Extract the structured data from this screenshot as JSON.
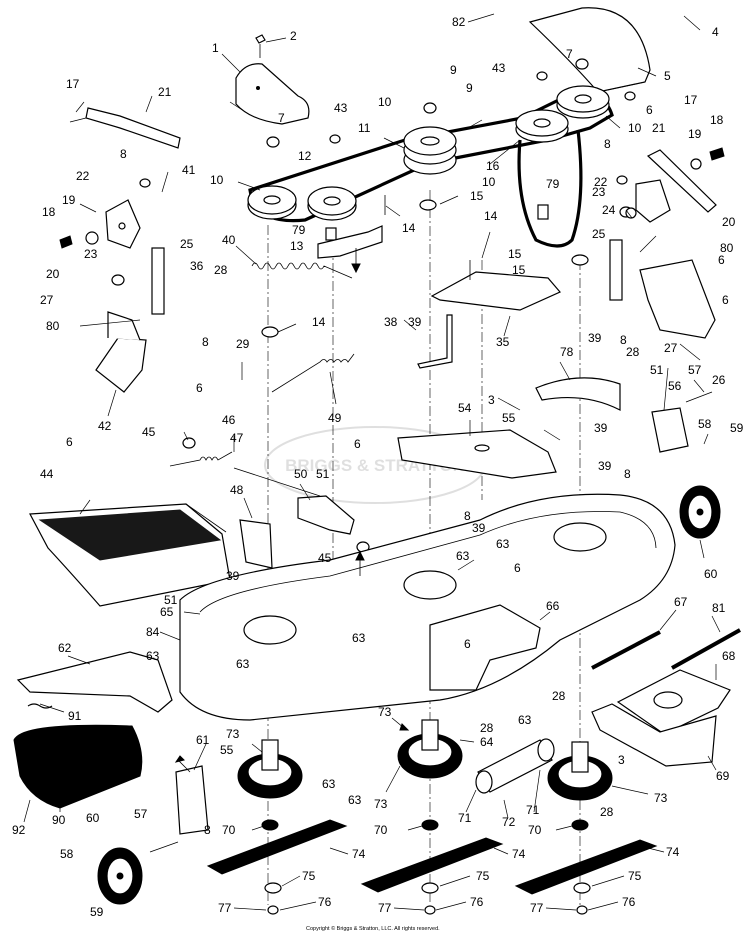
{
  "copyright": "Copyright © Briggs & Stratton, LLC. All rights reserved.",
  "watermark": "BRIGGS & STRATTON",
  "callouts": [
    {
      "n": "1"
    },
    {
      "n": "2"
    },
    {
      "n": "4"
    },
    {
      "n": "82"
    },
    {
      "n": "5"
    },
    {
      "n": "7"
    },
    {
      "n": "43"
    },
    {
      "n": "9"
    },
    {
      "n": "6"
    },
    {
      "n": "17"
    },
    {
      "n": "21"
    },
    {
      "n": "10"
    },
    {
      "n": "11"
    },
    {
      "n": "12"
    },
    {
      "n": "16"
    },
    {
      "n": "18"
    },
    {
      "n": "19"
    },
    {
      "n": "8"
    },
    {
      "n": "41"
    },
    {
      "n": "22"
    },
    {
      "n": "20"
    },
    {
      "n": "23"
    },
    {
      "n": "24"
    },
    {
      "n": "79"
    },
    {
      "n": "14"
    },
    {
      "n": "13"
    },
    {
      "n": "15"
    },
    {
      "n": "25"
    },
    {
      "n": "40"
    },
    {
      "n": "36"
    },
    {
      "n": "28"
    },
    {
      "n": "27"
    },
    {
      "n": "80"
    },
    {
      "n": "26"
    },
    {
      "n": "35"
    },
    {
      "n": "38"
    },
    {
      "n": "39"
    },
    {
      "n": "29"
    },
    {
      "n": "42"
    },
    {
      "n": "49"
    },
    {
      "n": "78"
    },
    {
      "n": "3"
    },
    {
      "n": "54"
    },
    {
      "n": "55"
    },
    {
      "n": "51"
    },
    {
      "n": "56"
    },
    {
      "n": "57"
    },
    {
      "n": "58"
    },
    {
      "n": "59"
    },
    {
      "n": "45"
    },
    {
      "n": "46"
    },
    {
      "n": "47"
    },
    {
      "n": "44"
    },
    {
      "n": "48"
    },
    {
      "n": "50"
    },
    {
      "n": "63"
    },
    {
      "n": "60"
    },
    {
      "n": "65"
    },
    {
      "n": "66"
    },
    {
      "n": "67"
    },
    {
      "n": "81"
    },
    {
      "n": "84"
    },
    {
      "n": "62"
    },
    {
      "n": "68"
    },
    {
      "n": "91"
    },
    {
      "n": "61"
    },
    {
      "n": "73"
    },
    {
      "n": "64"
    },
    {
      "n": "69"
    },
    {
      "n": "90"
    },
    {
      "n": "92"
    },
    {
      "n": "70"
    },
    {
      "n": "71"
    },
    {
      "n": "72"
    },
    {
      "n": "74"
    },
    {
      "n": "75"
    },
    {
      "n": "77"
    },
    {
      "n": "76"
    }
  ]
}
